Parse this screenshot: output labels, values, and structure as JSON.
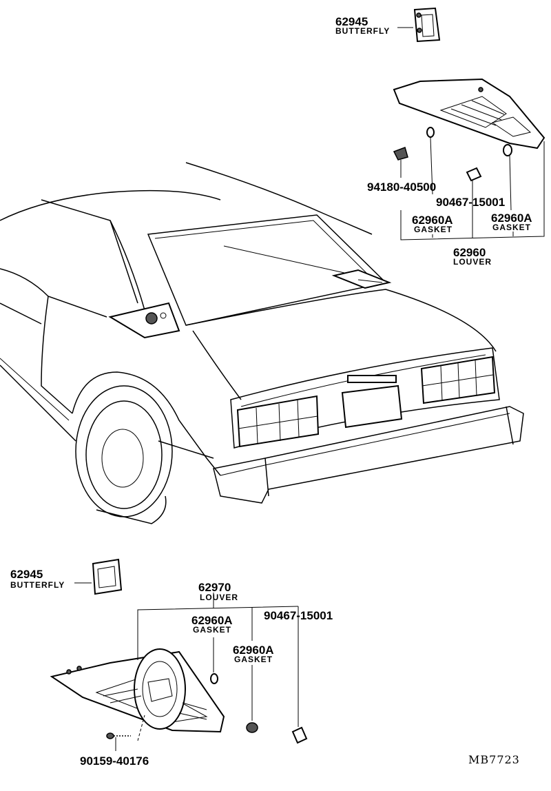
{
  "diagram_code": "MB7723",
  "top": {
    "butterfly": {
      "number": "62945",
      "name": "BUTTERFLY"
    },
    "screw": {
      "number": "94180-40500"
    },
    "clip": {
      "number": "90467-15001"
    },
    "gasket_left": {
      "number": "62960A",
      "name": "GASKET"
    },
    "gasket_right": {
      "number": "62960A",
      "name": "GASKET"
    },
    "louver": {
      "number": "62960",
      "name": "LOUVER"
    }
  },
  "bottom": {
    "butterfly": {
      "number": "62945",
      "name": "BUTTERFLY"
    },
    "louver": {
      "number": "62970",
      "name": "LOUVER"
    },
    "gasket_upper": {
      "number": "62960A",
      "name": "GASKET"
    },
    "clip": {
      "number": "90467-15001"
    },
    "gasket_lower": {
      "number": "62960A",
      "name": "GASKET"
    },
    "screw": {
      "number": "90159-40176"
    }
  }
}
